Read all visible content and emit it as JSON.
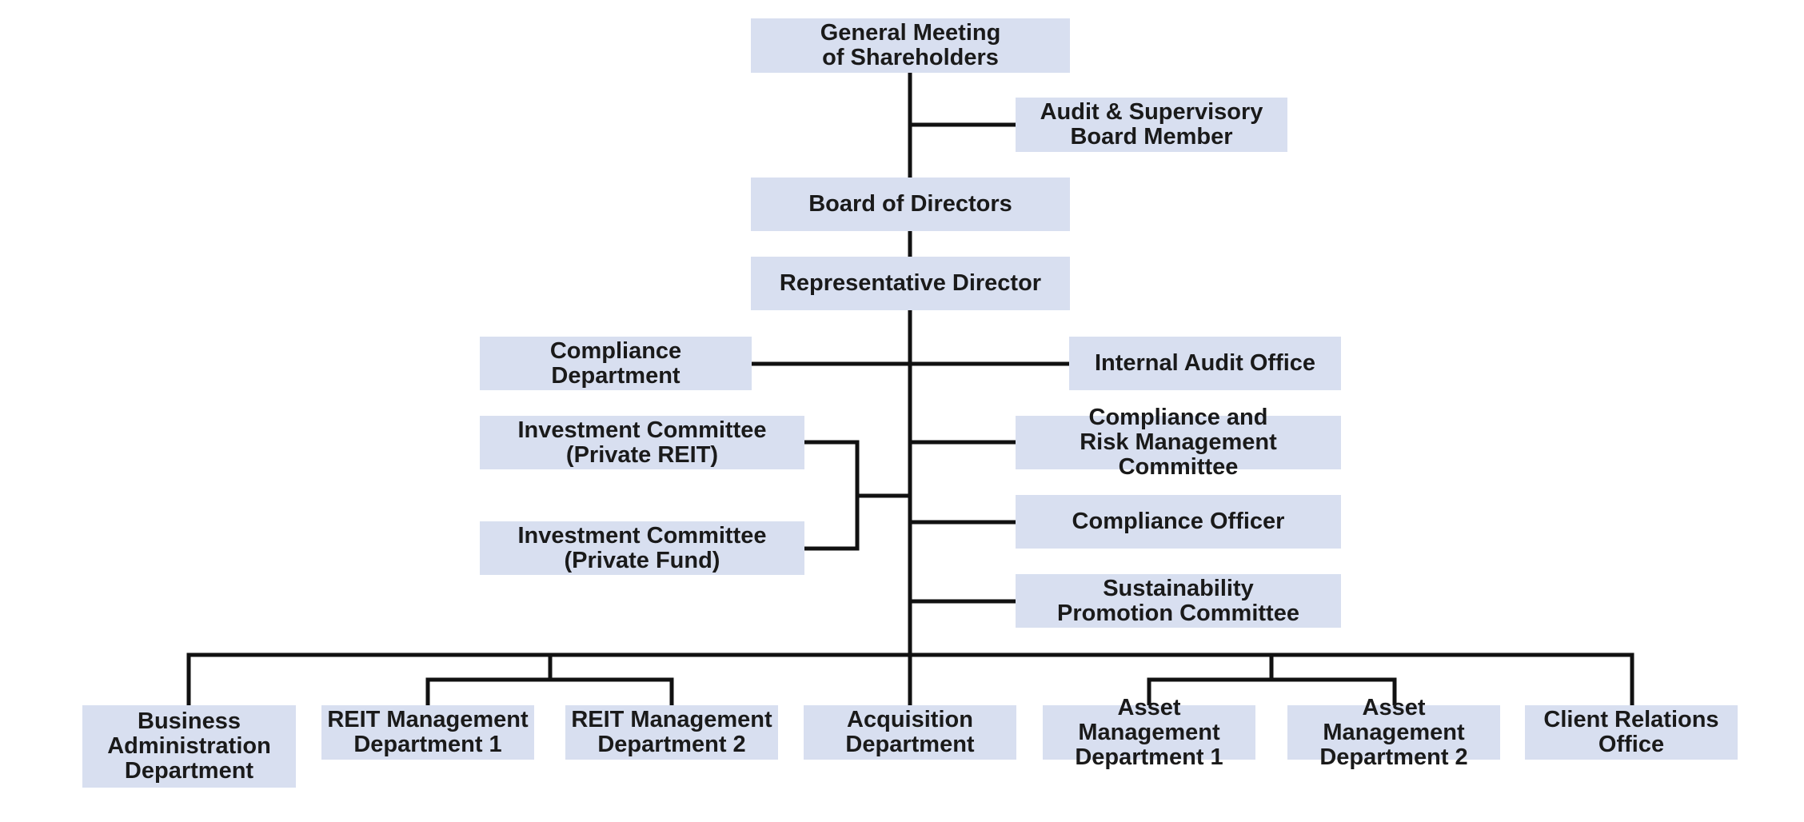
{
  "colors": {
    "box_fill": "#d8dff0",
    "line": "#111111",
    "text": "#1a1a1a"
  },
  "nodes": {
    "general_meeting": "General Meeting\nof Shareholders",
    "audit_board": "Audit & Supervisory\nBoard Member",
    "board_of_directors": "Board of Directors",
    "representative_director": "Representative Director",
    "compliance_department": "Compliance\nDepartment",
    "internal_audit_office": "Internal Audit Office",
    "investment_committee_reit": "Investment Committee\n(Private REIT)",
    "investment_committee_fund": "Investment Committee\n(Private Fund)",
    "compliance_risk_committee": "Compliance and\nRisk Management Committee",
    "compliance_officer": "Compliance Officer",
    "sustainability_committee": "Sustainability\nPromotion Committee",
    "business_administration": "Business\nAdministration\nDepartment",
    "reit_management_1": "REIT Management\nDepartment 1",
    "reit_management_2": "REIT Management\nDepartment 2",
    "acquisition": "Acquisition\nDepartment",
    "asset_management_1": "Asset Management\nDepartment 1",
    "asset_management_2": "Asset Management\nDepartment 2",
    "client_relations": "Client Relations\nOffice"
  }
}
